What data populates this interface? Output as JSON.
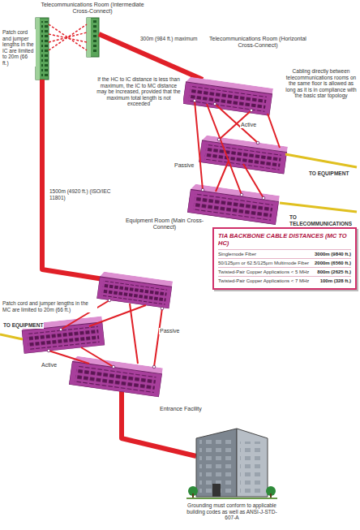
{
  "diagram": {
    "nodes": [
      {
        "text": [
          "TIA BACKBONE CABLE DISTANCES (MC TO HC)",
          "Singlemode Fiber",
          "3000m (9840 ft.)",
          "50/125µm or 62.5/125µm Multimode Fiber",
          "2000m (6560 ft.)",
          "Twisted-Pair Copper Applications < 5 MHz",
          "800m (2625 ft.)",
          "Twisted-Pair Copper Applications < 7 MHz",
          "100m (328 ft.)"
        ]
      }
    ],
    "labels": [
      "Telecommunications Room (Intermediate Cross-Connect)",
      "Patch cord and jumper lengths in the IC are limited to 20m (66 ft.)",
      "300m (984 ft.) maximum",
      "If the HC to IC distance is less than maximum, the IC to MC distance may be increased, provided that the maximum total length is not exceeded",
      "Telecommunications Room (Horizontal Cross-Connect)",
      "Cabling directly between telecommunications rooms on the same floor is allowed as long as it is in compliance with the basic star topology",
      "Active",
      "TO EQUIPMENT",
      "Passive",
      "TO TELECOMMUNICATIONS OUTLET AT WORK AREA",
      "1500m (4920 ft.) (ISO/IEC 11801)",
      "Equipment Room (Main Cross-Connect)",
      "Patch cord and jumper lengths in the MC are limited to 20m (66 ft.)",
      "Passive",
      "TO EQUIPMENT",
      "Active",
      "Entrance Facility",
      "Grounding must conform to applicable building codes as well as ANSI-J-STD-607-A"
    ]
  }
}
